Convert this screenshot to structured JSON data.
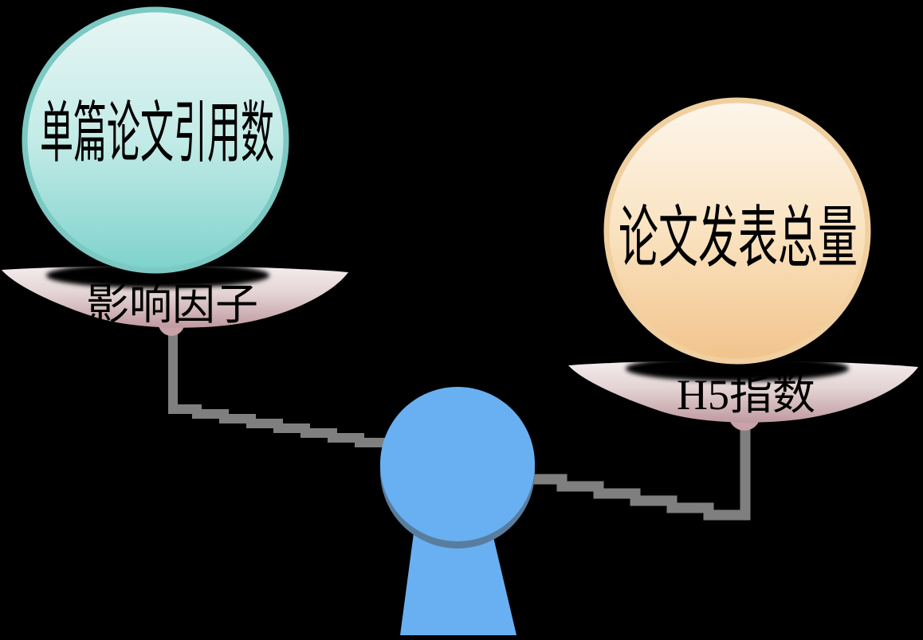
{
  "diagram": {
    "type": "balance-comparison",
    "left": {
      "sphere_label": "单篇论文引用数",
      "pan_label": "影响因子"
    },
    "right": {
      "sphere_label": "论文发表总量",
      "pan_label": "H5指数"
    }
  },
  "colors": {
    "background": "#000000",
    "left_sphere_top": "#e7f6f4",
    "left_sphere_mid": "#c3ebe7",
    "left_sphere_bottom": "#7ed2cc",
    "left_sphere_rim": "#7cc8c3",
    "right_sphere_top": "#fdf6ec",
    "right_sphere_mid": "#fae3c0",
    "right_sphere_bottom": "#f2c38c",
    "right_sphere_rim": "#f0cfa0",
    "pan_top": "#f5eded",
    "pan_mid": "#e3d3d4",
    "pan_bottom": "#c09aa0",
    "knob": "#c7a2a7",
    "connector": "#7f7f7f",
    "figure": "#69b0f2",
    "figure_shadow": "#587d9e",
    "shadow": "#000000",
    "text": "#000000"
  }
}
